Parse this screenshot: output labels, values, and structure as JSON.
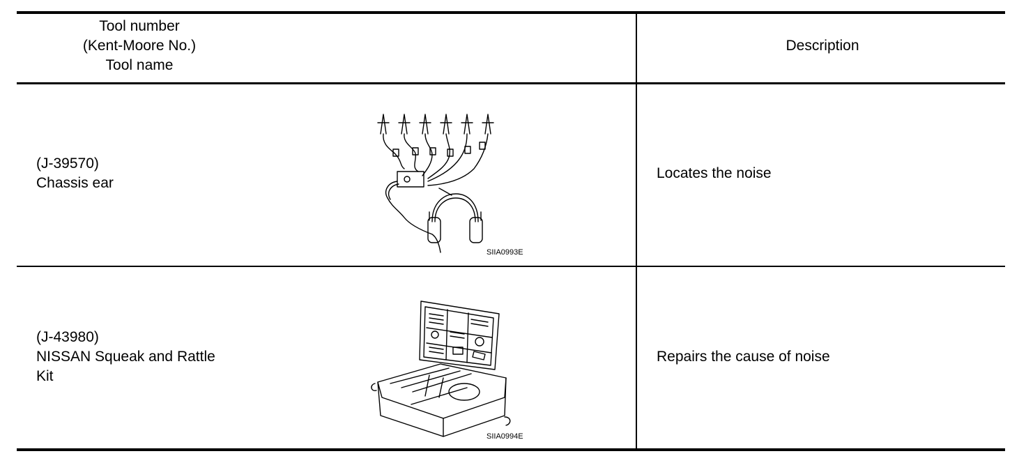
{
  "header": {
    "tool_col": [
      "Tool number",
      "(Kent-Moore No.)",
      "Tool name"
    ],
    "description_col": "Description"
  },
  "rows": [
    {
      "tool_number": "(J-39570)",
      "tool_name_lines": [
        "Chassis ear"
      ],
      "figure_code": "SIIA0993E",
      "figure_icon": "chassis-ear-illustration",
      "description": "Locates the noise"
    },
    {
      "tool_number": "(J-43980)",
      "tool_name_lines": [
        "NISSAN Squeak and Rattle",
        "Kit"
      ],
      "figure_code": "SIIA0994E",
      "figure_icon": "squeak-rattle-kit-illustration",
      "description": "Repairs the cause of noise"
    }
  ]
}
